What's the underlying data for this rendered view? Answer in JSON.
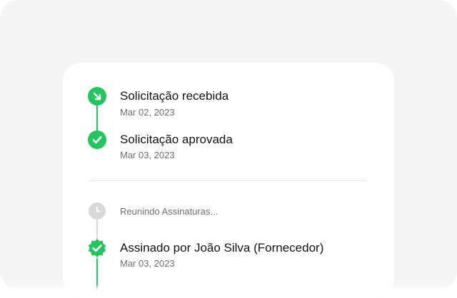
{
  "colors": {
    "success": "#22c55e",
    "pending": "#d9d9db",
    "text_primary": "#111418",
    "text_secondary": "#6b6f76"
  },
  "timeline": {
    "steps": [
      {
        "icon": "arrow-down-right-icon",
        "status": "done",
        "title": "Solicitação recebida",
        "date": "Mar 02, 2023"
      },
      {
        "icon": "check-icon",
        "status": "done",
        "title": "Solicitação aprovada",
        "date": "Mar 03, 2023"
      }
    ],
    "signatures": {
      "pending_label": "Reunindo Assinaturas...",
      "pending_icon": "clock-icon",
      "items": [
        {
          "icon": "badge-check-icon",
          "status": "done",
          "title": "Assinado por João Silva (Fornecedor)",
          "date": "Mar 03, 2023"
        }
      ]
    }
  }
}
